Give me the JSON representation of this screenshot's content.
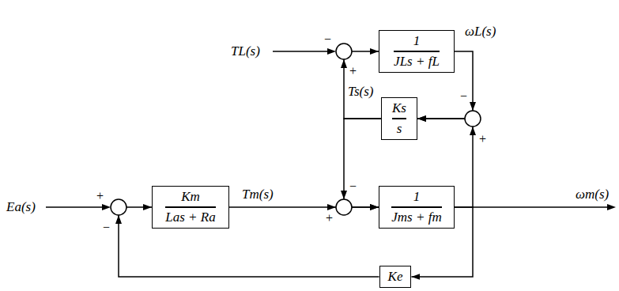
{
  "diagram": {
    "nodes": [
      {
        "text": [
          "Km",
          "Las + Ra"
        ]
      },
      {
        "text": [
          "1",
          "JLs + fL"
        ]
      },
      {
        "text": [
          "Ks",
          "s"
        ]
      },
      {
        "text": [
          "1",
          "Jms + fm"
        ]
      },
      {
        "text": [
          "Ke"
        ]
      }
    ],
    "edges": [
      {
        "from": 0,
        "to": 3,
        "arrow": "to"
      },
      {
        "from": 1,
        "to": 2,
        "arrow": "to"
      },
      {
        "from": 3,
        "to": 2,
        "arrow": "to"
      },
      {
        "from": 2,
        "to": 1,
        "arrow": "to"
      },
      {
        "from": 2,
        "to": 3,
        "arrow": "to"
      },
      {
        "from": 3,
        "to": 4,
        "arrow": "to"
      },
      {
        "from": 4,
        "to": 0,
        "arrow": "to"
      }
    ],
    "labels": [
      "TL(s)",
      "−",
      "+",
      "ωL(s)",
      "Ts(s)",
      "−",
      "+",
      "Ea(s)",
      "+",
      "−",
      "Tm(s)",
      "+",
      "−",
      "ωm(s)"
    ]
  }
}
